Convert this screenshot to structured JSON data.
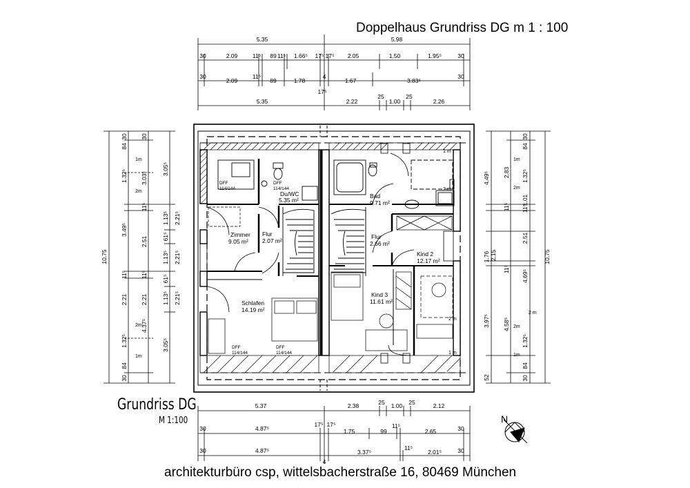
{
  "header": {
    "title": "Doppelhaus Grundriss DG m 1 : 100"
  },
  "footer": {
    "address": "architekturbüro csp, wittelsbacherstraße 16, 80469 München"
  },
  "plan_title": {
    "main": "Grundriss DG",
    "scale": "M 1:100"
  },
  "north_label": "N",
  "rooms": [
    {
      "name": "Du/WC",
      "area": "5.35 m²"
    },
    {
      "name": "Bad",
      "area": "9.71 m²"
    },
    {
      "name": "Zimmer",
      "area": "9.05 m²"
    },
    {
      "name": "Flur",
      "area": "2.07 m²"
    },
    {
      "name": "Flur",
      "area": "2.66 m²"
    },
    {
      "name": "Kind 2",
      "area": "12.17 m²"
    },
    {
      "name": "Schlafen",
      "area": "14.19 m²"
    },
    {
      "name": "Kind 3",
      "area": "11.61 m²"
    }
  ],
  "windows": [
    {
      "label": "DFF",
      "size": "114/144"
    },
    {
      "label": "DFF",
      "size": "114/144"
    },
    {
      "label": "DFF",
      "size": "114/144"
    },
    {
      "label": "DFF",
      "size": "114/144"
    }
  ],
  "height_marks": [
    "1m",
    "2m",
    "2m",
    "1m",
    "1 m",
    "2 m",
    "2 m",
    "1 m",
    "1m",
    "2m",
    "2m",
    "1m",
    "2 m"
  ],
  "dims_top": {
    "row1": [
      "5.35",
      "5.98"
    ],
    "row2": [
      "30",
      "2.09",
      "11⁵",
      "89",
      "11⁵",
      "1.66⁵",
      "17⁵",
      "17⁵",
      "2.05",
      "1.50",
      "1.95⁵",
      "30"
    ],
    "row3": [
      "30",
      "2.09",
      "11⁵",
      "89",
      "1.78",
      "4",
      "1.67",
      "3.83⁵",
      "30"
    ],
    "row4": [
      "17⁵",
      "5.35",
      "2.22",
      "25",
      "1.00",
      "25",
      "2.26"
    ]
  },
  "dims_bottom": {
    "row1": [
      "5.37",
      "2.38",
      "25",
      "1.00",
      "25",
      "2.12"
    ],
    "row2": [
      "30",
      "4.87⁵",
      "17⁵",
      "17⁵",
      "1.75",
      "99",
      "11⁵",
      "2.65",
      "30"
    ],
    "row3": [
      "30",
      "4.87⁵",
      "4",
      "3.37⁵",
      "11⁵",
      "2.01⁵",
      "30"
    ]
  },
  "dims_left": {
    "outer": "10.75",
    "col1": [
      "30",
      "84",
      "1.32⁵",
      "3.49⁵",
      "11⁵",
      "2.21",
      "4.37⁵",
      "1.32⁵",
      "84",
      "30"
    ],
    "col2": [
      "30",
      "3.03⁵",
      "11⁵",
      "2.51",
      "11⁵",
      "2.21"
    ],
    "col3": [
      "3.05⁵",
      "1.13⁵",
      "61⁵",
      "1.13⁵",
      "61⁵",
      "1.13⁵",
      "3.05⁵"
    ],
    "col4": [
      "2.21⁵",
      "2.21⁵",
      "2.21⁵"
    ]
  },
  "dims_right": {
    "outer": "10.75",
    "col1": [
      "4.49⁵",
      "1.76",
      "3.97⁵",
      "52"
    ],
    "col2": [
      "30",
      "84",
      "1.32⁵",
      "2.83",
      "11⁵",
      "2.51",
      "11⁵",
      "4.69⁵",
      "4.58⁵",
      "1.32⁵",
      "84",
      "30"
    ],
    "col3": [
      "1.01",
      "2.15",
      "11⁵"
    ]
  }
}
